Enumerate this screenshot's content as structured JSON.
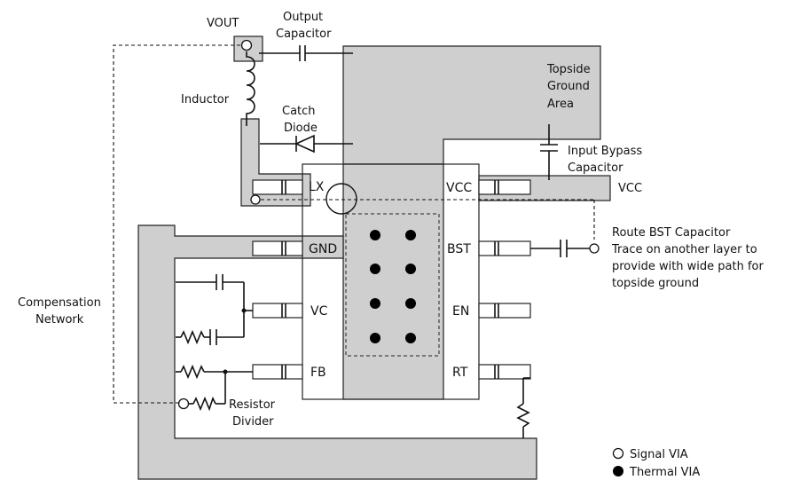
{
  "labels": {
    "vout": "VOUT",
    "output_capacitor_1": "Output",
    "output_capacitor_2": "Capacitor",
    "inductor": "Inductor",
    "catch_diode_1": "Catch",
    "catch_diode_2": "Diode",
    "topside_ground_1": "Topside",
    "topside_ground_2": "Ground",
    "topside_ground_3": "Area",
    "input_bypass_1": "Input Bypass",
    "input_bypass_2": "Capacitor",
    "vcc_net": "VCC",
    "route_bst_1": "Route BST Capacitor",
    "route_bst_2": "Trace on another layer to",
    "route_bst_3": "provide with wide path for",
    "route_bst_4": "topside ground",
    "compensation_1": "Compensation",
    "compensation_2": "Network",
    "resistor_divider_1": "Resistor",
    "resistor_divider_2": "Divider"
  },
  "pins": {
    "lx": "LX",
    "gnd": "GND",
    "vc": "VC",
    "fb": "FB",
    "vcc": "VCC",
    "bst": "BST",
    "en": "EN",
    "rt": "RT"
  },
  "legend": {
    "signal_via": "Signal VIA",
    "thermal_via": "Thermal VIA"
  },
  "colors": {
    "copper": "#cfcfcf",
    "line": "#111111"
  }
}
